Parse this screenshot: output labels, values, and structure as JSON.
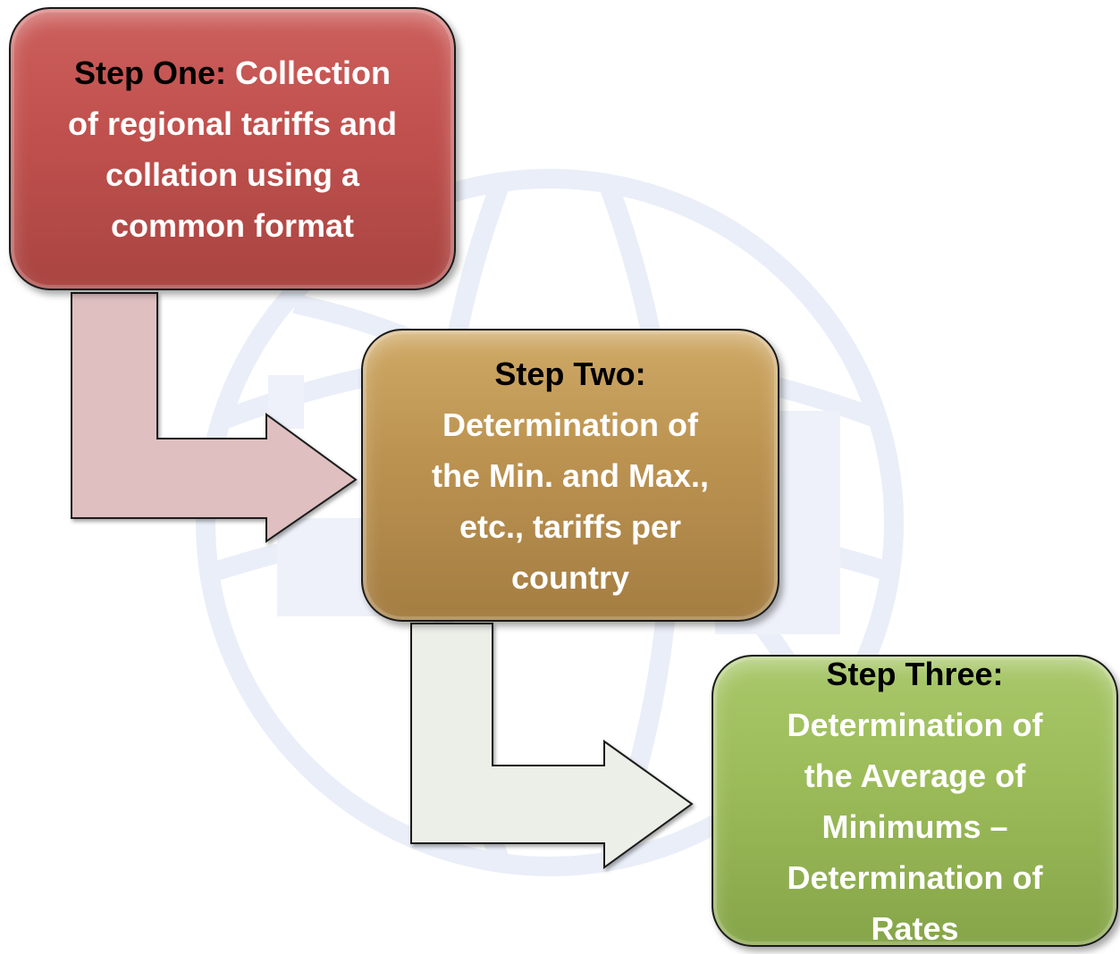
{
  "steps": [
    {
      "label": "Step One:",
      "text": "Collection of regional tariffs and collation using a common format",
      "color": "#c0504d"
    },
    {
      "label": "Step Two:",
      "text": "Determination of the Min. and Max., etc., tariffs per country",
      "color": "#bb9250"
    },
    {
      "label": "Step Three:",
      "text": "Determination of the Average of Minimums – Determination of Rates",
      "color": "#9bbb59"
    }
  ],
  "arrows": [
    {
      "from": "Step One",
      "to": "Step Two",
      "color": "#dfbfc0"
    },
    {
      "from": "Step Two",
      "to": "Step Three",
      "color": "#eceee8"
    }
  ]
}
